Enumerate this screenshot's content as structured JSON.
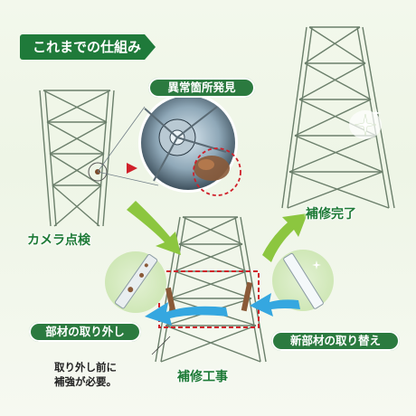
{
  "title": "これまでの仕組み",
  "labels": {
    "anomaly": "異常箇所発見",
    "camera": "カメラ点検",
    "repair_done": "補修完了",
    "remove_member": "部材の取り外し",
    "replace_member": "新部材の取り替え",
    "repair_work": "補修工事",
    "note_line1": "取り外し前に",
    "note_line2": "補強が必要。"
  },
  "colors": {
    "title_bg": "#1f7a3a",
    "pill_bg": "#2b7a3f",
    "label_green": "#1d7a36",
    "arrow_green": "#8cc63f",
    "arrow_blue": "#35a7e0",
    "marker_red": "#d0202a"
  },
  "icons": [
    "sparkle-icon",
    "camera-lens-icon"
  ]
}
